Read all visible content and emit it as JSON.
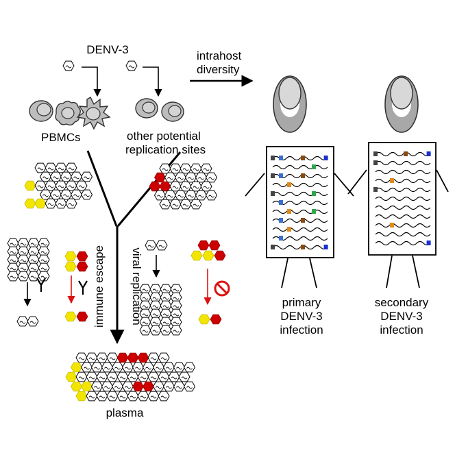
{
  "labels": {
    "virus": "DENV-3",
    "pbmcs": "PBMCs",
    "other_sites_line1": "other potential",
    "other_sites_line2": "replication sites",
    "intrahost_line1": "intrahost",
    "intrahost_line2": "diversity",
    "immune_escape": "immune escape",
    "viral_replication": "viral replication",
    "plasma": "plasma",
    "primary_line1": "primary",
    "primary_line2": "DENV-3",
    "primary_line3": "infection",
    "secondary_line1": "secondary",
    "secondary_line2": "DENV-3",
    "secondary_line3": "infection"
  },
  "colors": {
    "virion_escape_yellow": "#f2e600",
    "virion_escape_red": "#cc0000",
    "inhibition_arrow": "#dd1111",
    "cell_gray": "#bdbdbd",
    "head_gray": "#a8a8a8",
    "variant_blue": "#3a6fd0",
    "variant_green": "#2ea84a",
    "variant_orange": "#e08a1a",
    "variant_brown": "#8a4a10",
    "variant_dark": "#444444",
    "variant_deepblue": "#1a2fd0"
  },
  "icons": [
    "virion-icon",
    "antibody-icon",
    "prohibition-icon",
    "cell-icon"
  ]
}
